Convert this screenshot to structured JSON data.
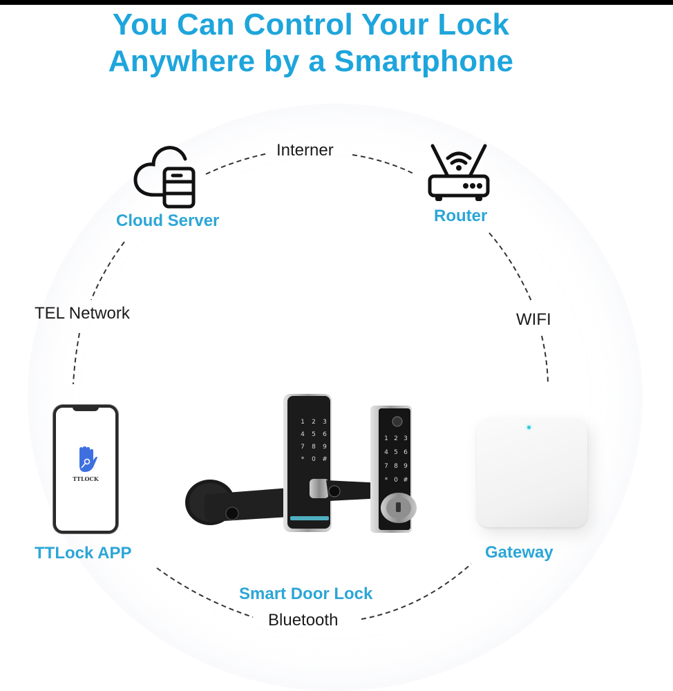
{
  "title": {
    "line1": "You Can Control Your Lock",
    "line2": "Anywhere by a Smartphone",
    "color": "#1ea5dc"
  },
  "nodes": {
    "cloud_server": {
      "label": "Cloud Server",
      "icon": "cloud-server-icon"
    },
    "router": {
      "label": "Router",
      "icon": "router-wifi-icon"
    },
    "ttlock_app": {
      "label": "TTLock APP",
      "icon": "smartphone-icon",
      "screen_text": "TTLOCK"
    },
    "smart_door_lock": {
      "label": "Smart Door Lock",
      "icon": "smart-lock-product-image",
      "keypad": [
        "1",
        "2",
        "3",
        "4",
        "5",
        "6",
        "7",
        "8",
        "9",
        "*",
        "0",
        "#"
      ]
    },
    "gateway": {
      "label": "Gateway",
      "icon": "gateway-device-image"
    }
  },
  "connections": {
    "cloud_router": "Interner",
    "router_gateway": "WIFI",
    "app_cloud": "TEL Network",
    "app_gateway": "Bluetooth"
  },
  "colors": {
    "accent": "#2ba6d6",
    "text_dark": "#1a1a1a",
    "line": "#333333",
    "led": "#2ecbd8",
    "app_logo": "#3d6fe0"
  }
}
